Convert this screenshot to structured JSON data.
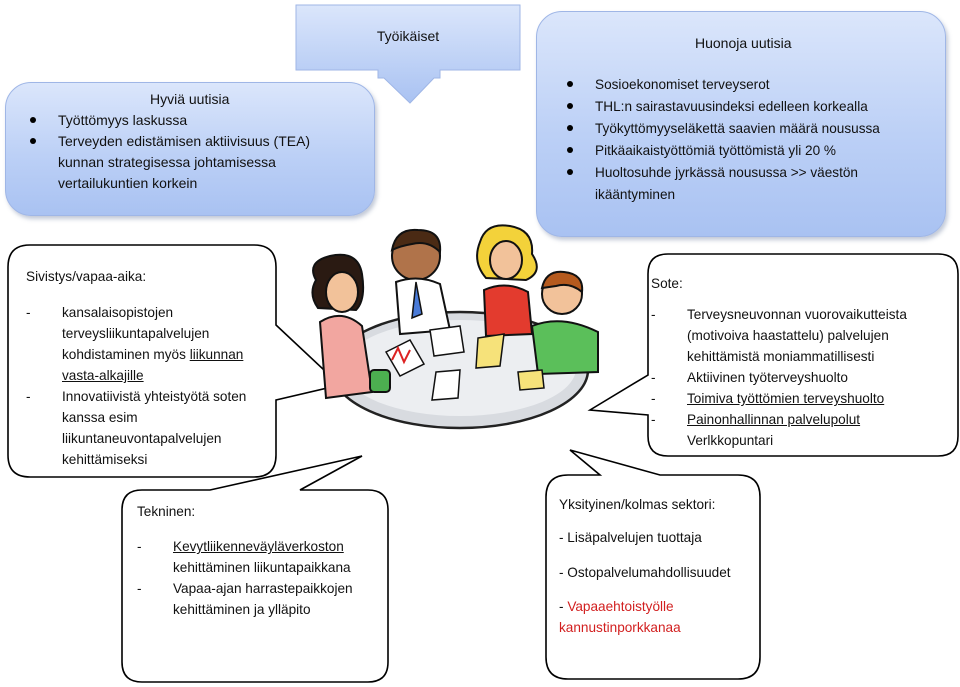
{
  "tool_box": {
    "title": "Työikäiset"
  },
  "good_news": {
    "title": "Hyviä uutisia",
    "items": [
      "Työttömyys laskussa",
      "Terveyden edistämisen aktiivisuus (TEA) kunnan strategisessa johtamisessa vertailukuntien korkein"
    ]
  },
  "bad_news": {
    "title": "Huonoja uutisia",
    "items": [
      "Sosioekonomiset terveyserot",
      "THL:n sairastavuusindeksi edelleen korkealla",
      "Työkyttömyyseläkettä saavien määrä nousussa",
      "Pitkäaikaistyöttömiä työttömistä yli 20 %",
      "Huoltosuhde jyrkässä nousussa >> väestön ikääntyminen"
    ]
  },
  "sivistys": {
    "title": "Sivistys/vapaa-aika:",
    "item1_lines": [
      "kansalaisopistojen",
      "terveysliikuntapalvelujen",
      "kohdistaminen myös "
    ],
    "item1_link": "liikunnan",
    "item1_link2": "vasta-alkajille",
    "item2_lines": [
      "Innovatiivistä yhteistyötä soten",
      "kanssa esim",
      "liikuntaneuvontapalvelujen",
      "kehittämiseksi"
    ]
  },
  "sote": {
    "title": "Sote:",
    "items": [
      "Terveysneuvonnan vuorovaikutteista (motivoiva haastattelu) palvelujen kehittämistä moniammatillisesti",
      "Aktiivinen työterveyshuolto"
    ],
    "link1": "Toimiva työttömien terveyshuolto",
    "link2": "Painonhallinnan palvelupolut",
    "tail": "Verlkkopuntari"
  },
  "tekninen": {
    "title": "Tekninen:",
    "item1_link": "Kevytliikenneväyläverkoston",
    "item1_rest": "kehittäminen liikuntapaikkana",
    "item2": "Vapaa-ajan harrastepaikkojen kehittäminen ja ylläpito"
  },
  "yksityinen": {
    "title": "Yksityinen/kolmas sektori:",
    "item1": "- Lisäpalvelujen tuottaja",
    "item2": "- Ostopalvelumahdollisuudet",
    "item3_dash": "- ",
    "item3": "Vapaaehtoistyölle kannustinporkkanaa"
  },
  "colors": {
    "box_blue": "#bcd0f6",
    "highlight_red": "#d21f1f"
  }
}
